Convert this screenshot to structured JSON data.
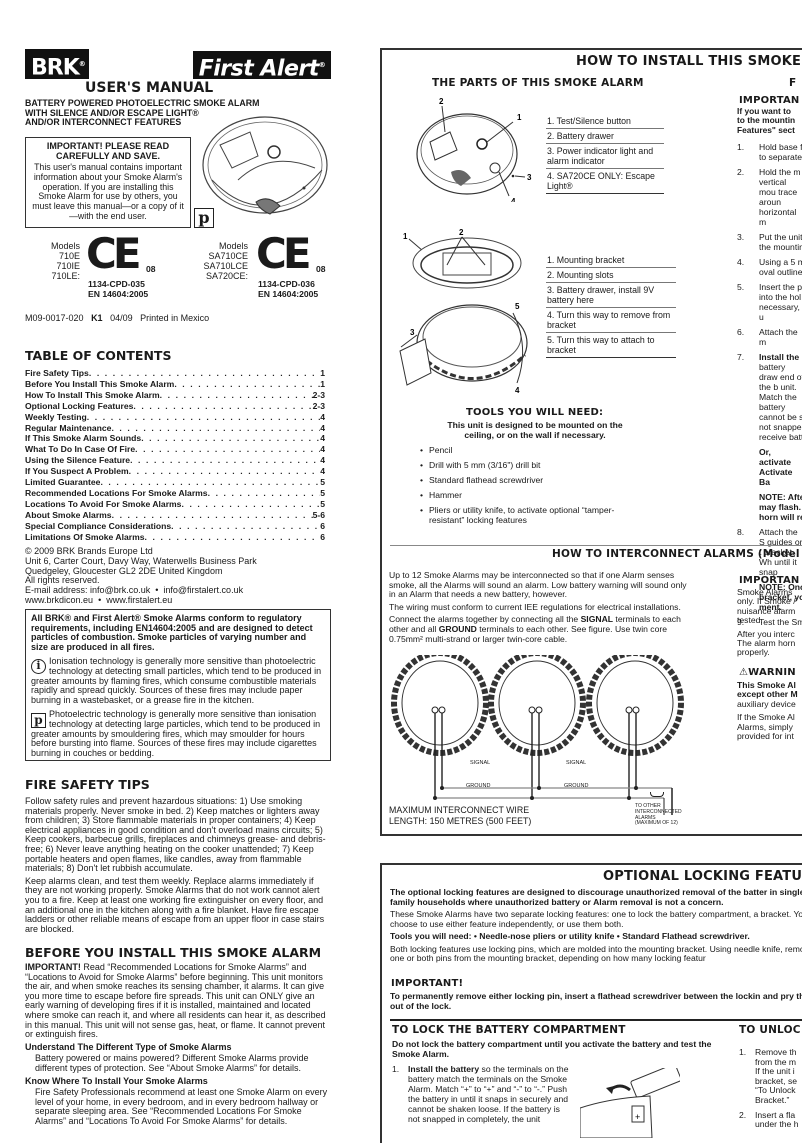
{
  "left_page": {
    "logos": {
      "brk": "BRK",
      "brk_reg": "®",
      "first_alert": "First Alert",
      "first_alert_reg": "®"
    },
    "title": "USER'S MANUAL",
    "subtitle_lines": [
      "BATTERY POWERED PHOTOELECTRIC SMOKE ALARM",
      "WITH SILENCE AND/OR ESCAPE LIGHT®",
      "AND/OR INTERCONNECT FEATURES"
    ],
    "important_box": {
      "heading_line1": "IMPORTANT! PLEASE READ",
      "heading_line2": "CAREFULLY AND SAVE.",
      "body": "This user's manual contains important information about your Smoke Alarm's operation. If you are installing this Smoke Alarm for use by others, you must leave this manual—or a copy of it—with the end user."
    },
    "photo_badge": "p",
    "certifications": [
      {
        "models_label": "Models",
        "models": [
          "710E",
          "710IE",
          "710LE:"
        ],
        "ce_mark": "CE",
        "year": "08",
        "cpd": "1134-CPD-035",
        "standard": "EN 14604:2005"
      },
      {
        "models_label": "Models",
        "models": [
          "SA710CE",
          "SA710LCE",
          "SA720CE:"
        ],
        "ce_mark": "CE",
        "year": "08",
        "cpd": "1134-CPD-036",
        "standard": "EN 14604:2005"
      }
    ],
    "print_info": {
      "code": "M09-0017-020",
      "rev": "K1",
      "date": "04/09",
      "printed": "Printed in Mexico"
    },
    "toc": {
      "heading": "TABLE OF CONTENTS",
      "items": [
        {
          "label": "Fire Safety Tips",
          "page": "1"
        },
        {
          "label": "Before You Install This Smoke Alarm",
          "page": "1"
        },
        {
          "label": "How To Install This Smoke Alarm",
          "page": "2-3"
        },
        {
          "label": "Optional Locking Features",
          "page": "2-3"
        },
        {
          "label": "Weekly Testing",
          "page": "4"
        },
        {
          "label": "Regular Maintenance",
          "page": "4"
        },
        {
          "label": "If This Smoke Alarm Sounds",
          "page": "4"
        },
        {
          "label": "What To Do In Case Of Fire",
          "page": "4"
        },
        {
          "label": "Using the Silence Feature",
          "page": "4"
        },
        {
          "label": "If You Suspect A Problem",
          "page": "4"
        },
        {
          "label": "Limited Guarantee",
          "page": "5"
        },
        {
          "label": "Recommended Locations For Smoke Alarms",
          "page": "5"
        },
        {
          "label": "Locations To Avoid For Smoke Alarms",
          "page": "5"
        },
        {
          "label": "About Smoke Alarms",
          "page": "5-6"
        },
        {
          "label": "Special Compliance Considerations",
          "page": "6"
        },
        {
          "label": "Limitations Of Smoke Alarms",
          "page": "6"
        }
      ]
    },
    "copyright": {
      "line1": "© 2009 BRK Brands Europe Ltd",
      "line2": "Unit 6, Carter Court, Davy Way, Waterwells Business Park",
      "line3": "Quedgeley, Gloucester GL2 2DE United Kingdom",
      "line4": "All rights reserved.",
      "email_label": "E-mail address:",
      "email1": "info@brk.co.uk",
      "email2": "info@firstalert.co.uk",
      "web1": "www.brkdicon.eu",
      "web2": "www.firstalert.eu",
      "separator": "•"
    },
    "conform_box": {
      "intro": "All BRK® and First Alert® Smoke Alarms conform to regulatory requirements, including EN14604:2005 and are designed to detect particles of combustion. Smoke particles of varying number and size are produced in all fires.",
      "ionisation_icon": "i",
      "ionisation": "Ionisation technology is generally more sensitive than photoelectric technology at detecting small particles, which tend to be produced in greater amounts by flaming fires, which consume combustible materials rapidly and spread quickly. Sources of these fires may include paper burning in a wastebasket, or a grease fire in the kitchen.",
      "photo_icon": "p",
      "photoelectric": "Photoelectric technology is generally more sensitive than ionisation technology at detecting large particles, which tend to be produced in greater amounts by smouldering fires, which may smoulder for hours before bursting into flame. Sources of these fires may include cigarettes burning in couches or bedding."
    },
    "fire_safety": {
      "heading": "FIRE SAFETY TIPS",
      "p1": "Follow safety rules and prevent hazardous situations: 1) Use smoking materials properly. Never smoke in bed. 2) Keep matches or lighters away from children; 3) Store flammable materials in proper containers; 4) Keep electrical appliances in good condition and don't overload mains circuits; 5) Keep cookers, barbecue grills, fireplaces and chimneys grease- and debris-free; 6) Never leave anything heating on the cooker unattended; 7) Keep portable heaters and open flames, like candles, away from flammable materials; 8) Don't let rubbish accumulate.",
      "p2": "Keep alarms clean, and test them weekly. Replace alarms immediately if they are not working properly. Smoke Alarms that do not work cannot alert you to a fire. Keep at least one working fire extinguisher on every floor, and an additional one in the kitchen along with a fire blanket. Have fire escape ladders or other reliable means of escape from an upper floor in case stairs are blocked."
    },
    "before_install": {
      "heading": "BEFORE YOU INSTALL THIS SMOKE ALARM",
      "important_label": "IMPORTANT!",
      "important_text": "Read “Recommended Locations for Smoke Alarms” and “Locations to Avoid for Smoke Alarms” before beginning. This unit monitors the air, and when smoke reaches its sensing chamber, it alarms. It can give you more time to escape before fire spreads. This unit can ONLY give an early warning of developing fires if it is installed, maintained and located where smoke can reach it, and where all residents can hear it, as described in this manual. This unit will not sense gas, heat, or flame. It cannot prevent or extinguish fires.",
      "sub1_heading": "Understand The Different Type of Smoke Alarms",
      "sub1_text": "Battery powered or mains powered? Different Smoke Alarms provide different types of protection. See “About Smoke Alarms” for details.",
      "sub2_heading": "Know Where To Install Your Smoke Alarms",
      "sub2_text": "Fire Safety Professionals recommend at least one Smoke Alarm on every level of your home, in every bedroom, and in every bedroom hallway or separate sleeping area. See “Recommended Locations For Smoke Alarms” and “Locations To Avoid For Smoke Alarms” for details."
    }
  },
  "right_page": {
    "install_heading": "HOW TO INSTALL THIS SMOKE A",
    "parts_heading": "THE PARTS OF THIS SMOKE ALARM",
    "alarm_callouts": [
      "1",
      "2",
      "3",
      "4"
    ],
    "parts": [
      "1. Test/Silence button",
      "2. Battery drawer",
      "3. Power indicator light and alarm indicator",
      "4. SA720CE ONLY: Escape Light®"
    ],
    "bracket_callouts": [
      "1",
      "2",
      "3",
      "4",
      "5"
    ],
    "bracket_parts": [
      "1. Mounting bracket",
      "2. Mounting slots",
      "3. Battery drawer, install 9V battery here",
      "4. Turn this way to remove from bracket",
      "5. Turn this way to attach to bracket"
    ],
    "tools": {
      "heading": "TOOLS YOU WILL NEED:",
      "sub": "This unit is designed to be mounted on the ceiling, or on the wall if necessary.",
      "items": [
        "Pencil",
        "Drill with 5 mm (3/16\") drill bit",
        "Standard flathead screwdriver",
        "Hammer",
        "Pliers or utility knife, to activate optional “tamper-resistant” locking features"
      ]
    },
    "install_col": {
      "heading_partial": "F",
      "important": "IMPORTAN",
      "intro_lines": [
        "If you want to",
        "to the mountin",
        "Features\" sect"
      ],
      "steps": [
        {
          "n": "1.",
          "text": "Hold base f to separate"
        },
        {
          "n": "2.",
          "text": "Hold the m vertical mou trace aroun horizontal m"
        },
        {
          "n": "3.",
          "text": "Put the unit the mountin"
        },
        {
          "n": "4.",
          "text": "Using a 5 m oval outline"
        },
        {
          "n": "5.",
          "text": "Insert the p into the hol necessary, u"
        },
        {
          "n": "6.",
          "text": "Attach the m"
        },
        {
          "n": "7.",
          "text_bold": "Install the",
          "text": "battery draw end of the b unit. Match the battery cannot be s not snappe receive batt"
        },
        {
          "n": "",
          "text_bold": "Or, activate Activate Ba"
        },
        {
          "n": "",
          "text_bold": "NOTE: Afte may flash. horn will re"
        },
        {
          "n": "8.",
          "text": "Attach the S guides on t bracket. Wh until it snap"
        },
        {
          "n": "",
          "text_bold": "NOTE: Onc bracket, yo ment."
        },
        {
          "n": "9.",
          "text": "Test the Sm"
        }
      ]
    },
    "interconnect": {
      "heading": "HOW TO INTERCONNECT ALARMS (Model",
      "p1": "Up to 12 Smoke Alarms may be interconnected so that if one Alarm senses smoke, all the Alarms will sound an alarm. Low battery warning will sound only in an Alarm that needs a new battery, however.",
      "p2": "The wiring must conform to current IEE regulations for electrical installations.",
      "p3_a": "Connect the alarms together by connecting all the ",
      "p3_signal": "SIGNAL",
      "p3_b": " terminals to each other and all ",
      "p3_ground": "GROUND",
      "p3_c": " terminals to each other. See figure. Use twin core 0.75mm² multi-strand or larger twin-core cable.",
      "wire_labels": {
        "signal": "SIGNAL",
        "ground": "GROUND"
      },
      "max_wire_line1": "MAXIMUM INTERCONNECT WIRE",
      "max_wire_line2": "LENGTH: 150 METRES (500 FEET)",
      "other_alarms": [
        "TO OTHER",
        "INTERCONNECTED",
        "ALARMS",
        "(MAXIMUM OF 12)"
      ],
      "side_important": "IMPORTAN",
      "side_p1": [
        "Smoke Alarms",
        "only. If Smoke /",
        "nuisance alarm",
        "tested."
      ],
      "side_p2": [
        "After you interc",
        "The alarm horn",
        "properly."
      ],
      "warning": "WARNIN",
      "warning_bold": [
        "This Smoke Al",
        "except other M"
      ],
      "warning_text": [
        "auxiliary device"
      ],
      "side_p3": [
        "If the Smoke Al",
        "Alarms, simply",
        "provided for int"
      ]
    },
    "locking": {
      "heading": "OPTIONAL LOCKING FEATUR",
      "intro_bold": "The optional locking features are designed to discourage unauthorized removal of the batter in single-family households where unauthorized battery or Alarm removal is not a concern.",
      "p1": "These Smoke Alarms have two separate locking features: one to lock the battery compartment, a bracket. You can choose to use either feature independently, or use them both.",
      "tools_bold": "Tools you will need:  • Needle-nose pliers or utility knife  • Standard Flathead screwdriver.",
      "p2": "Both locking features use locking pins, which are molded into the mounting bracket. Using needle knife, remove one or both pins from the mounting bracket, depending on how many locking featur",
      "important": "IMPORTANT!",
      "important_text": "To permanently remove either locking pin, insert a flathead screwdriver between the lockin and pry the pin out of the lock."
    },
    "lock_battery": {
      "heading": "TO LOCK THE BATTERY COMPARTMENT",
      "intro": "Do not lock the battery compartment until you activate the battery and test the Smoke Alarm.",
      "step1_n": "1.",
      "step1_bold": "Install the battery",
      "step1_text": " so the terminals on the battery match the terminals on the Smoke Alarm. Match “+” to “+” and “-” to “-.” Push the battery in until it snaps in securely and cannot be shaken loose. If the battery is not snapped in completely, the unit"
    },
    "unlock": {
      "heading": "TO UNLOC",
      "step1": [
        "Remove th",
        "from the m",
        "If the unit i",
        "bracket, se",
        "“To Unlock",
        "Bracket.”"
      ],
      "step2": [
        "Insert a fla",
        "under the h"
      ]
    }
  }
}
